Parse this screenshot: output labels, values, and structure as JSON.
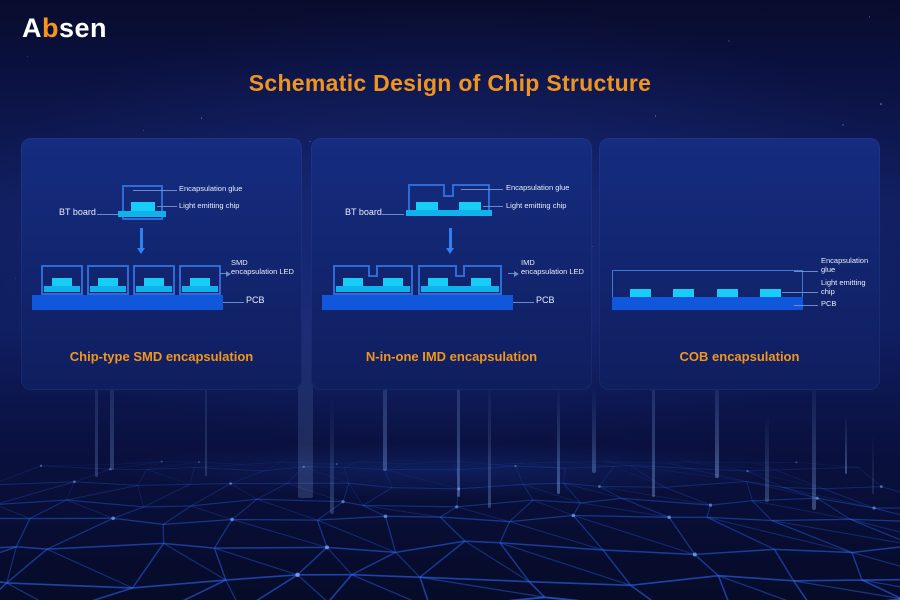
{
  "brand": {
    "name": "Absen",
    "logo_prefix": "A",
    "logo_accent": "b",
    "logo_suffix": "sen"
  },
  "title": "Schematic Design of Chip Structure",
  "panels": [
    {
      "caption": "Chip-type SMD encapsulation",
      "top_labels": {
        "encapsulation_glue": "Encapsulation glue",
        "light_emitting_chip": "Light emitting chip",
        "bt_board": "BT board"
      },
      "bottom_labels": {
        "led_line1": "SMD",
        "led_line2": "encapsulation LED",
        "pcb": "PCB"
      }
    },
    {
      "caption": "N-in-one IMD encapsulation",
      "top_labels": {
        "encapsulation_glue": "Encapsulation glue",
        "light_emitting_chip": "Light emitting chip",
        "bt_board": "BT board"
      },
      "bottom_labels": {
        "led_line1": "IMD",
        "led_line2": "encapsulation LED",
        "pcb": "PCB"
      }
    },
    {
      "caption": "COB encapsulation",
      "right_labels": {
        "glue_line1": "Encapsulation",
        "glue_line2": "glue",
        "chip_line1": "Light emitting",
        "chip_line2": "chip",
        "pcb": "PCB"
      }
    }
  ],
  "colors": {
    "accent_orange": "#F0941E",
    "chip_cyan": "#17CDF6",
    "base_cyan": "#10B2EC",
    "pcb_blue": "#1157DC",
    "outline_blue": "#2D6CD8",
    "panel_bg": "#12266E",
    "leader_blue": "#7D9BD8",
    "label_text": "#E9EFFC"
  }
}
